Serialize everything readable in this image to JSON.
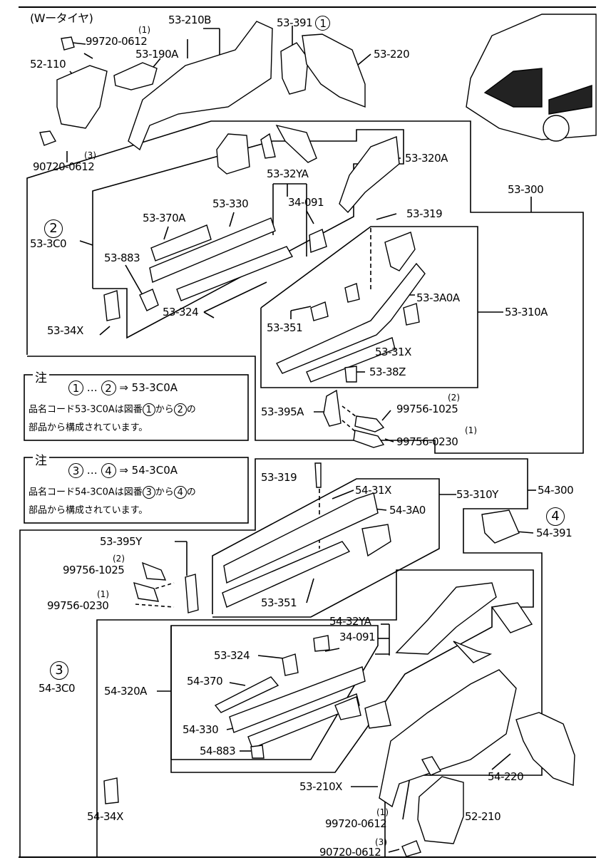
{
  "header": {
    "variant": "(Wータイヤ)"
  },
  "markers": {
    "m1": "1",
    "m2": "2",
    "m3": "3",
    "m4": "4"
  },
  "labels": {
    "qty_1": "(1)",
    "qty_2": "(2)",
    "qty_3": "(3)",
    "p53_210B": "53-210B",
    "p99720_0612": "99720-0612",
    "p53_190A": "53-190A",
    "p52_110": "52-110",
    "p53_391": "53-391",
    "p53_220": "53-220",
    "p90720_0612": "90720-0612",
    "p53_320A": "53-320A",
    "p53_32YA": "53-32YA",
    "p53_300": "53-300",
    "p34_091": "34-091",
    "p53_330": "53-330",
    "p53_370A": "53-370A",
    "p53_319": "53-319",
    "p53_3C0": "53-3C0",
    "p53_883": "53-883",
    "p53_3A0A": "53-3A0A",
    "p53_324": "53-324",
    "p53_310A": "53-310A",
    "p53_351": "53-351",
    "p53_34X": "53-34X",
    "p53_31X": "53-31X",
    "p53_38Z": "53-38Z",
    "p53_395A": "53-395A",
    "p99756_1025": "99756-1025",
    "p99756_0230": "99756-0230",
    "p54_31X": "54-31X",
    "p53_310Y": "53-310Y",
    "p54_300": "54-300",
    "p54_3A0": "54-3A0",
    "p54_391": "54-391",
    "p53_395Y": "53-395Y",
    "p54_32YA": "54-32YA",
    "p54_370": "54-370",
    "p54_3C0": "54-3C0",
    "p54_320A": "54-320A",
    "p54_330": "54-330",
    "p54_883": "54-883",
    "p54_220": "54-220",
    "p53_210X": "53-210X",
    "p52_210": "52-210",
    "p54_34X": "54-34X"
  },
  "notes": [
    {
      "heading": "注",
      "ellipsis": "…",
      "target": "⇒ 53-3C0A",
      "line1_a": "品名コード53-3C0Aは図番",
      "line1_b": "から",
      "line1_c": "の",
      "line2": "部品から構成されています。"
    },
    {
      "heading": "注",
      "ellipsis": "…",
      "target": "⇒ 54-3C0A",
      "line1_a": "品名コード54-3C0Aは図番",
      "line1_b": "から",
      "line1_c": "の",
      "line2": "部品から構成されています。"
    }
  ]
}
